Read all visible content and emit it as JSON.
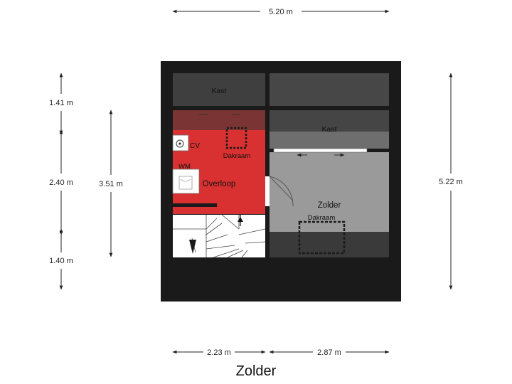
{
  "plan_title": "Zolder",
  "dimensions": {
    "top_width": "5.20 m",
    "left_upper": "1.41 m",
    "left_middle": "2.40 m",
    "left_lower": "1.40 m",
    "inner_height": "3.51 m",
    "right_height": "5.22 m",
    "bottom_left": "2.23 m",
    "bottom_right": "2.87 m"
  },
  "rooms": {
    "kast_left": "Kast",
    "kast_right": "Kast",
    "overloop": "Overloop",
    "zolder": "Zolder",
    "dakraam_left": "Dakraam",
    "dakraam_right": "Dakraam",
    "cv": "CV",
    "wm": "WM"
  },
  "colors": {
    "wall": "#1a1a1a",
    "low_ceiling": "#3c3c3c",
    "overloop": "#d93131",
    "zolder": "#9a9a9a",
    "cabinet": "#4a4a4a"
  }
}
